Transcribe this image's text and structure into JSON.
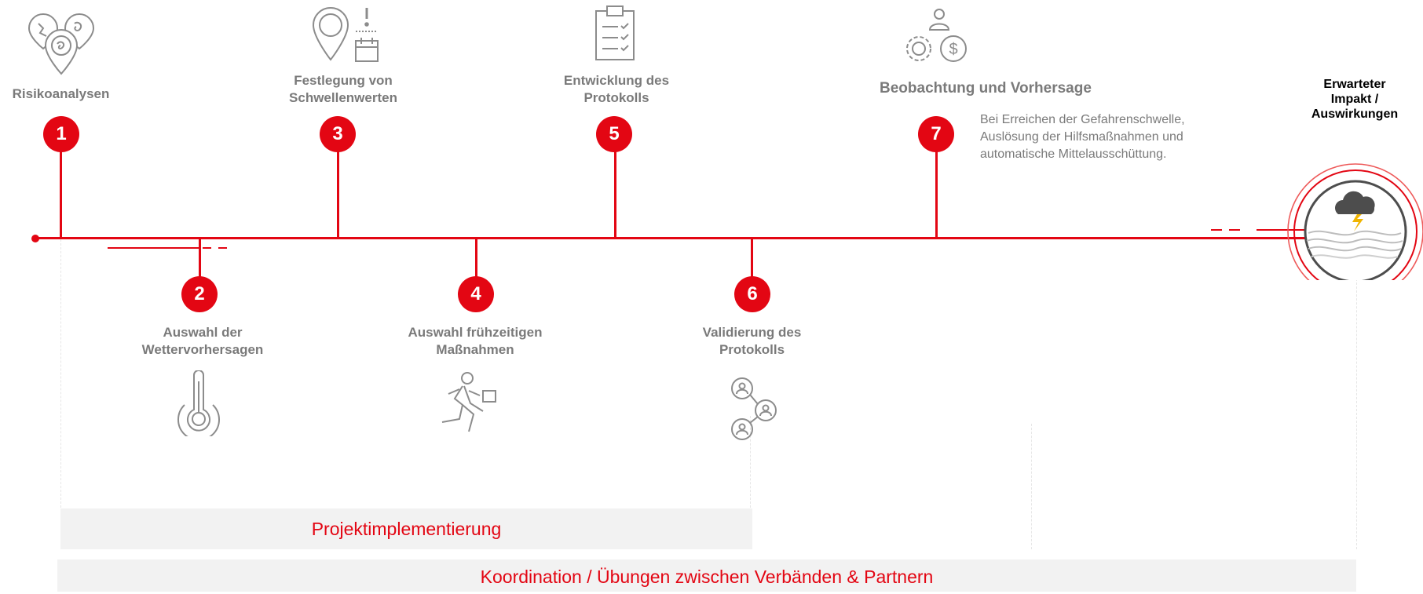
{
  "steps": [
    {
      "num": "1",
      "label": "Risikoanalysen",
      "icon": "hazard-map-pins-icon"
    },
    {
      "num": "2",
      "label_line1": "Auswahl der",
      "label_line2": "Wettervorhersagen",
      "icon": "thermometer-icon"
    },
    {
      "num": "3",
      "label_line1": "Festlegung von",
      "label_line2": "Schwellenwerten",
      "icon": "location-pin-calendar-alert-icon"
    },
    {
      "num": "4",
      "label_line1": "Auswahl frühzeitigen",
      "label_line2": "Maßnahmen",
      "icon": "running-person-briefcase-icon"
    },
    {
      "num": "5",
      "label_line1": "Entwicklung des",
      "label_line2": "Protokolls",
      "icon": "clipboard-checklist-icon"
    },
    {
      "num": "6",
      "label_line1": "Validierung des",
      "label_line2": "Protokolls",
      "icon": "people-network-icon"
    },
    {
      "num": "7",
      "label": "Beobachtung und Vorhersage",
      "icon": "person-gears-money-icon"
    }
  ],
  "step7_description": {
    "line1": "Bei Erreichen der Gefahrenschwelle,",
    "line2": "Auslösung der Hilfsmaßnahmen und",
    "line3": "automatische Mittelausschüttung."
  },
  "impact": {
    "line1": "Erwarteter",
    "line2": "Impakt /",
    "line3": "Auswirkungen",
    "icon": "storm-cloud-flood-icon"
  },
  "bands": {
    "implementation": "Projektimplementierung",
    "coordination": "Koordination / Übungen zwischen Verbänden & Partnern"
  },
  "colors": {
    "accent": "#e30613",
    "label_gray": "#7a7a7a",
    "band_bg": "#f2f2f2"
  }
}
